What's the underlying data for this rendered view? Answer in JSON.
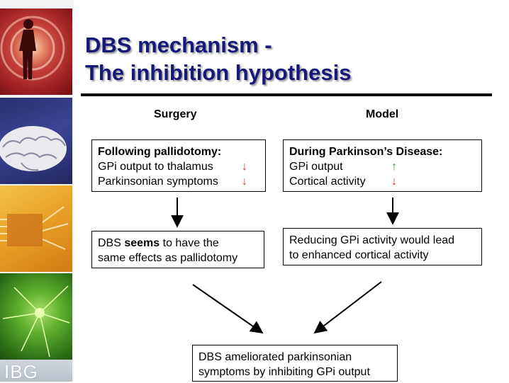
{
  "slide": {
    "title_line1": "DBS mechanism -",
    "title_line2": "The inhibition hypothesis",
    "logo_text": "IBG"
  },
  "columns": {
    "left_heading": "Surgery",
    "right_heading": "Model"
  },
  "boxes": {
    "surgery_top": {
      "heading": "Following pallidotomy:",
      "rows": [
        {
          "label": "GPi output to thalamus",
          "trend": "↓",
          "trend_color": "#d0312d"
        },
        {
          "label": "Parkinsonian symptoms",
          "trend": "↓",
          "trend_color": "#d0312d"
        }
      ]
    },
    "model_top": {
      "heading": "During Parkinson’s Disease:",
      "rows": [
        {
          "label": "GPi output",
          "trend": "↑",
          "trend_color": "#2e9e3a"
        },
        {
          "label": "Cortical activity",
          "trend": "↓",
          "trend_color": "#d0312d"
        }
      ]
    },
    "surgery_mid": {
      "text_before": "DBS ",
      "text_bold": "seems",
      "text_after": " to have the",
      "line2": "same effects as pallidotomy"
    },
    "model_mid": {
      "line1": "Reducing GPi activity would lead",
      "line2": "to enhanced cortical activity"
    },
    "conclusion": {
      "line1": "DBS ameliorated parkinsonian",
      "line2": "symptoms by inhibiting GPi output"
    }
  }
}
